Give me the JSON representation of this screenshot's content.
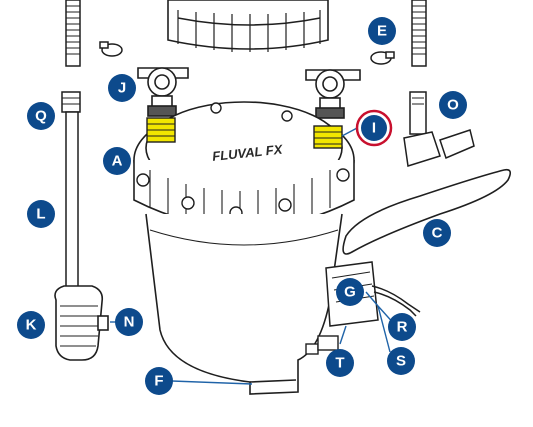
{
  "diagram": {
    "logo_text": "FLUVAL FX",
    "callouts": [
      {
        "id": "E",
        "label": "E"
      },
      {
        "id": "J",
        "label": "J"
      },
      {
        "id": "Q",
        "label": "Q"
      },
      {
        "id": "O",
        "label": "O"
      },
      {
        "id": "I",
        "label": "I",
        "highlight": true
      },
      {
        "id": "A",
        "label": "A"
      },
      {
        "id": "L",
        "label": "L"
      },
      {
        "id": "C",
        "label": "C"
      },
      {
        "id": "G",
        "label": "G"
      },
      {
        "id": "K",
        "label": "K"
      },
      {
        "id": "N",
        "label": "N"
      },
      {
        "id": "R",
        "label": "R"
      },
      {
        "id": "S",
        "label": "S"
      },
      {
        "id": "T",
        "label": "T"
      },
      {
        "id": "F",
        "label": "F"
      }
    ]
  },
  "colors": {
    "callout_fill": "#0d4a8c",
    "highlight_ring": "#c8102e",
    "highlight_fill": "#f2e600",
    "line": "#1f1f1f"
  }
}
